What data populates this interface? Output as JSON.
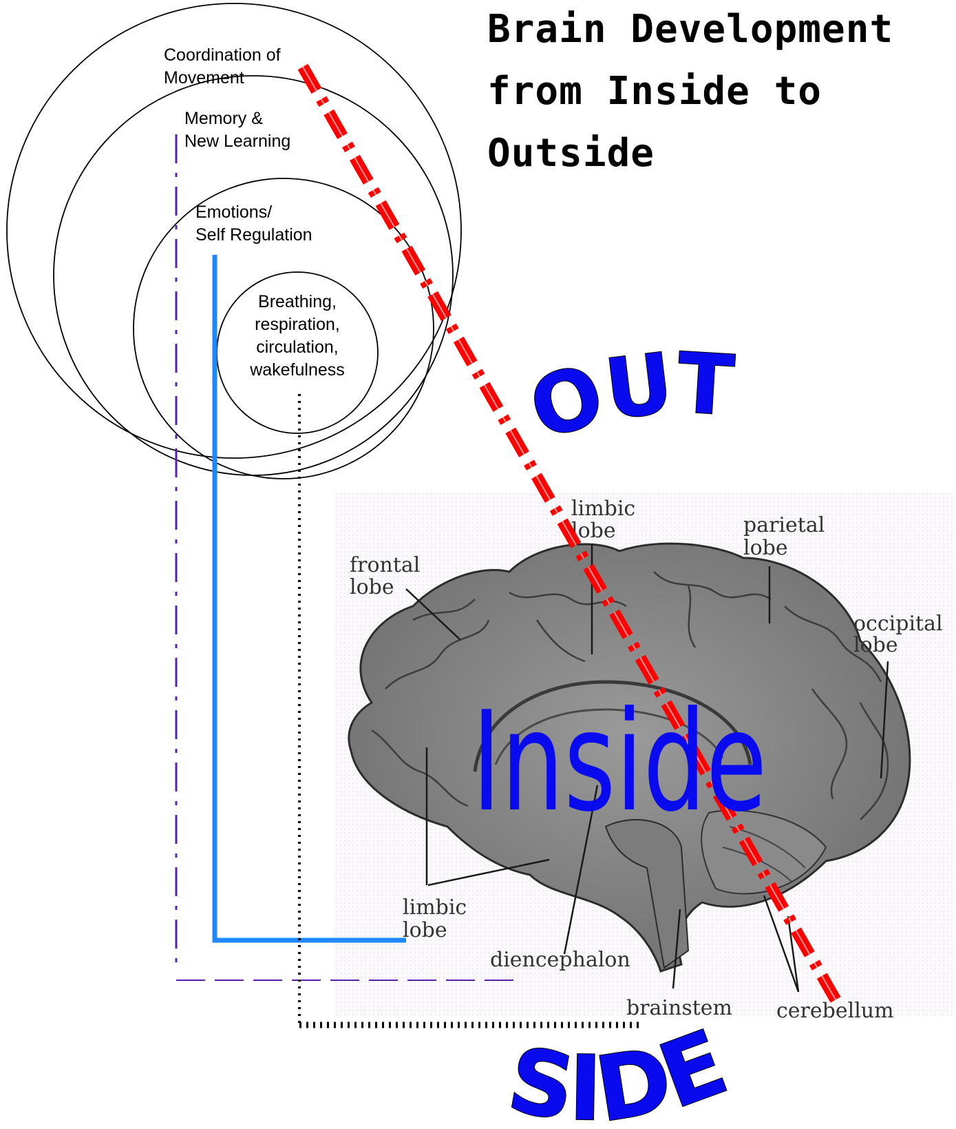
{
  "title": {
    "line1": "Brain Development",
    "line2": "from Inside to",
    "line3": "Outside"
  },
  "circles": {
    "outer": {
      "line1": "Coordination of",
      "line2": "Movement"
    },
    "second": {
      "line1": "Memory &",
      "line2": "New Learning"
    },
    "third": {
      "line1": "Emotions/",
      "line2": "Self Regulation"
    },
    "inner": {
      "line1": "Breathing,",
      "line2": "respiration,",
      "line3": "circulation,",
      "line4": "wakefulness"
    }
  },
  "brain_labels": {
    "limbic_top": {
      "line1": "limbic",
      "line2": "lobe"
    },
    "parietal": {
      "line1": "parietal",
      "line2": "lobe"
    },
    "frontal": {
      "line1": "frontal",
      "line2": "lobe"
    },
    "occipital": {
      "line1": "occipital",
      "line2": "lobe"
    },
    "limbic_bottom": {
      "line1": "limbic",
      "line2": "lobe"
    },
    "diencephalon": "diencephalon",
    "brainstem": "brainstem",
    "cerebellum": "cerebellum"
  },
  "wordart": {
    "out": "OUT",
    "inside": "Inside",
    "side": "SIDE"
  },
  "colors": {
    "wordart": "#0a0aee",
    "red_line": "#ff0000",
    "blue_line": "#1e88ff",
    "purple_line": "#5b1fb0"
  }
}
